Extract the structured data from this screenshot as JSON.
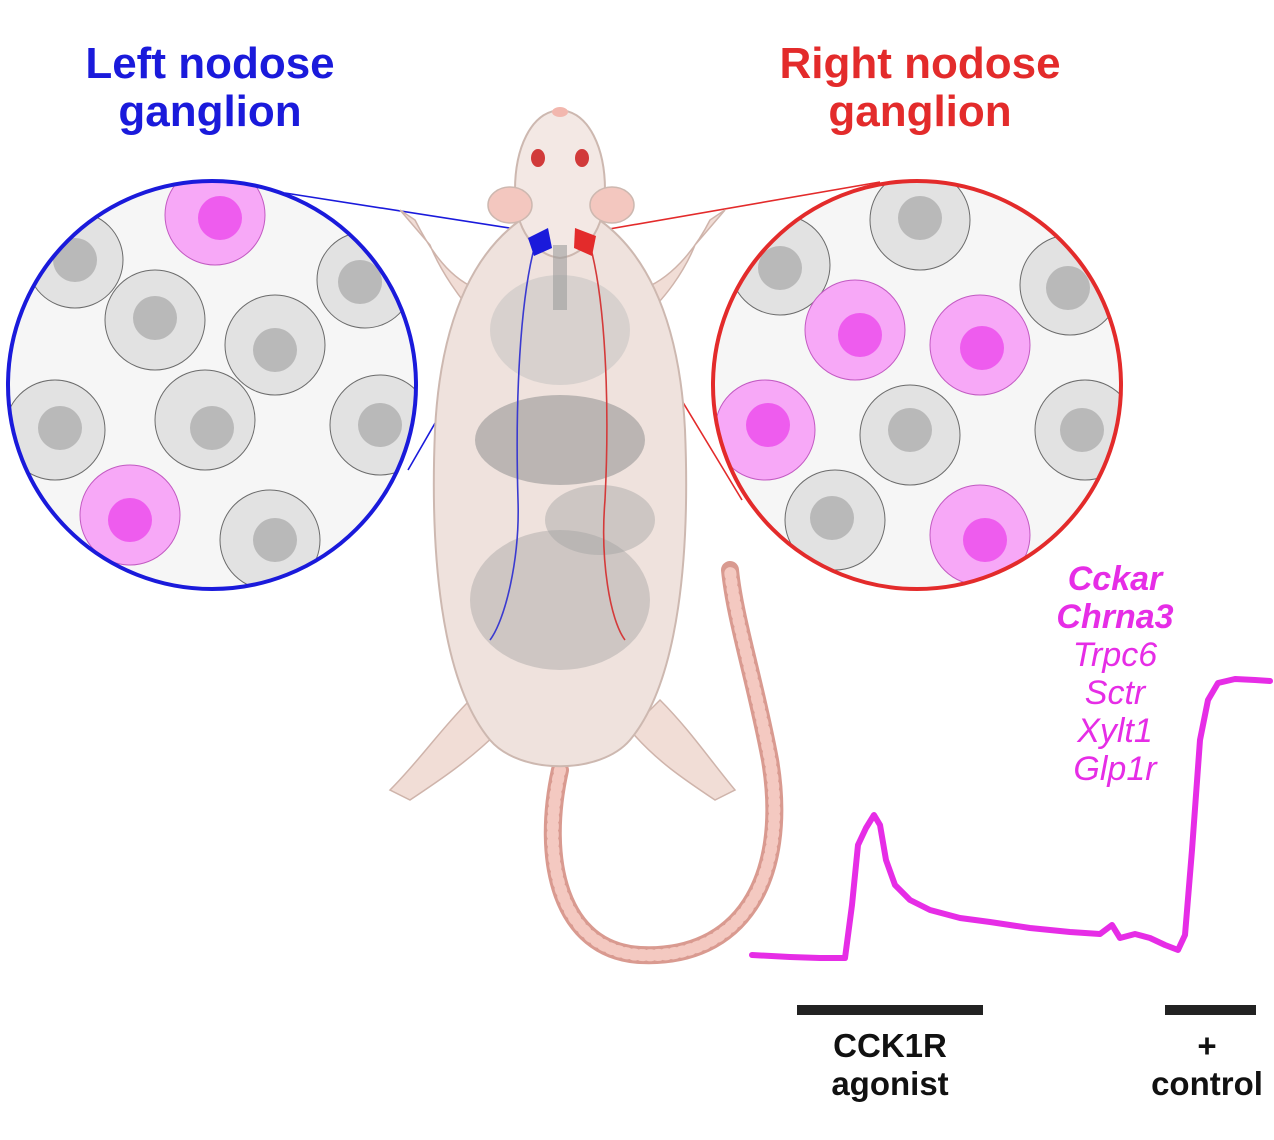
{
  "left_title": {
    "line1": "Left nodose",
    "line2": "ganglion"
  },
  "right_title": {
    "line1": "Right nodose",
    "line2": "ganglion"
  },
  "genes": {
    "bold": [
      "Cckar",
      "Chrna3"
    ],
    "regular": [
      "Trpc6",
      "Sctr",
      "Xylt1",
      "Glp1r"
    ]
  },
  "stimuli": {
    "agonist": {
      "line1": "CCK1R",
      "line2": "agonist"
    },
    "control": {
      "line1": "+",
      "line2": "control"
    }
  },
  "colors": {
    "left": "#1a1adb",
    "right": "#e32b2b",
    "responsive_cell": "#f7a8f7",
    "responsive_nucleus": "#ee5cee",
    "non_responsive_cell": "#e2e2e2",
    "non_responsive_nucleus": "#b9b9b9",
    "trace": "#e62de6"
  }
}
